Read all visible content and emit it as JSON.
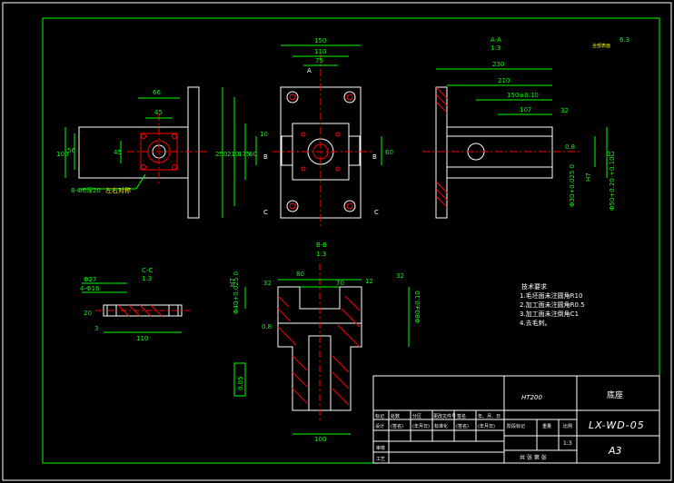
{
  "views": {
    "left_view": {
      "dims": [
        "66",
        "45",
        "100",
        "56",
        "45"
      ],
      "note_hole": "8-Φ6深20",
      "note_side": "左右对称"
    },
    "front_view": {
      "dims": [
        "150",
        "110",
        "75",
        "250",
        "210",
        "175",
        "60",
        "60",
        "10"
      ],
      "section_a": "A",
      "section_b": "B",
      "section_c": "C"
    },
    "right_view": {
      "title": "A-A",
      "scale": "1:3",
      "dims": [
        "230",
        "210",
        "150±0.10",
        "107",
        "32",
        "0.8",
        "32"
      ],
      "dia_left": "Φ30+0.025 0",
      "dia_right": "Φ50+0.20 +0.10",
      "h7": "H7",
      "corner_rough": "6.3",
      "corner_note": "全部表面"
    },
    "cc_view": {
      "title": "C-C",
      "scale": "1:3",
      "dims": [
        "Φ27",
        "4-Φ16",
        "20",
        "3",
        "110"
      ]
    },
    "bb_view": {
      "title": "B-B",
      "scale": "1:3",
      "dims": [
        "80",
        "70",
        "32",
        "12",
        "32",
        "100",
        "Φ40+0.025 0",
        "Φ80±0.10",
        "0.8",
        "0.05"
      ],
      "h7": "H7"
    }
  },
  "tech_req": {
    "title": "技术要求",
    "items": [
      "1.毛坯面未注圆角R10",
      "2.加工面未注圆角R0.5",
      "3.加工面未注倒角C1",
      "4.去毛刺。"
    ]
  },
  "title_block": {
    "material": "HT200",
    "part_name": "底座",
    "drawing_no": "LX-WD-05",
    "scale": "1:3",
    "sheet": "A3",
    "row1": [
      "标记",
      "处数",
      "分区",
      "更改文件号",
      "签名",
      "年、月、日"
    ],
    "row2": [
      "设计",
      "(签名)",
      "(年月日)",
      "标准化",
      "(签名)",
      "(年月日)"
    ],
    "row3_left": [
      "审核"
    ],
    "row4_left": [
      "工艺"
    ],
    "col_labels": [
      "阶段标记",
      "重量",
      "比例"
    ],
    "bottom_note": "共  张  第  张"
  }
}
